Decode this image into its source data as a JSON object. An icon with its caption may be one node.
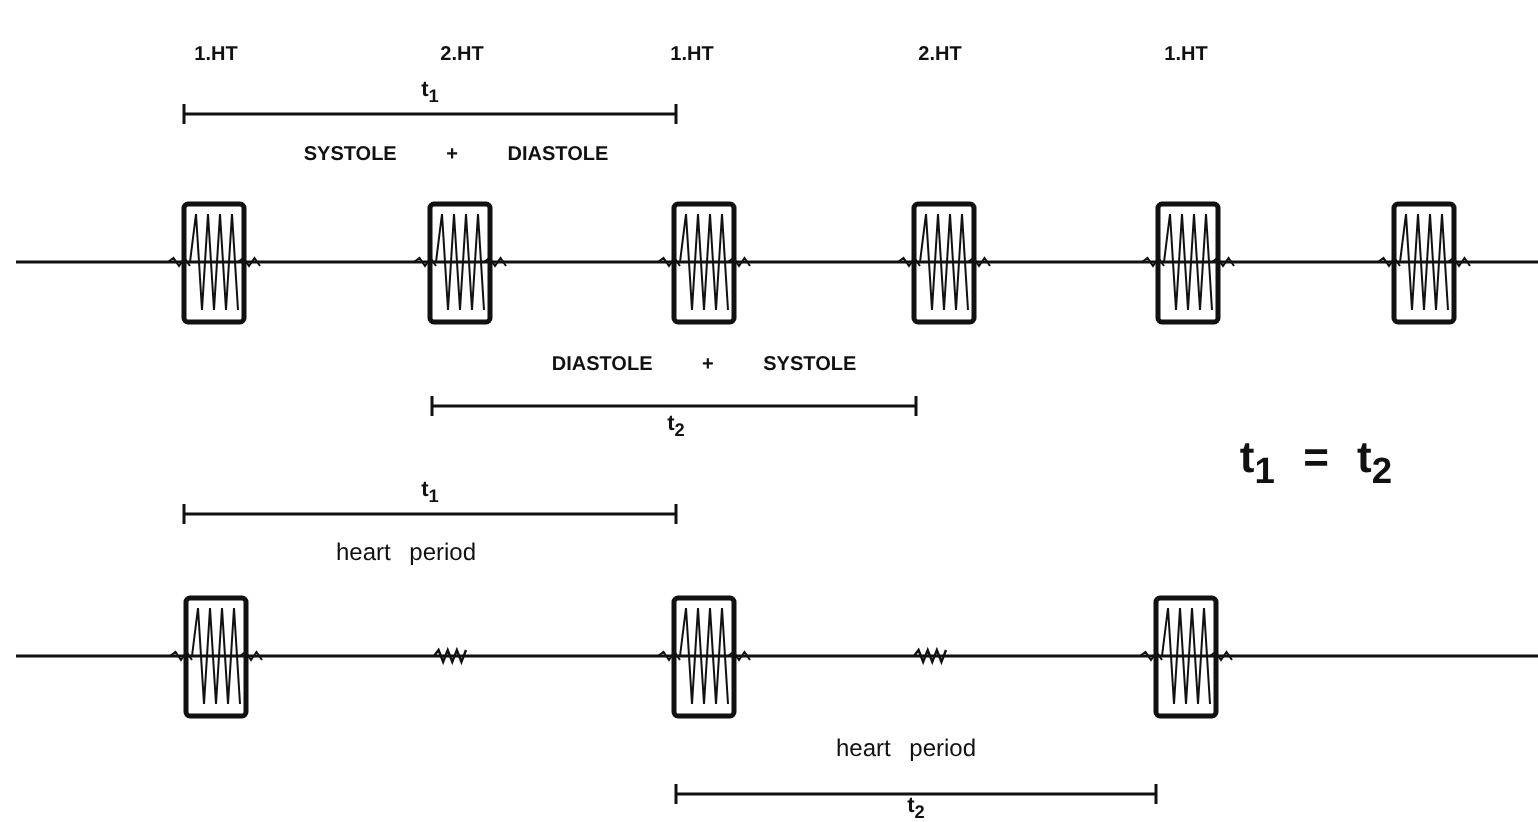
{
  "diagram": {
    "labels": [
      "1.HT",
      "2.HT",
      "1.HT",
      "2.HT",
      "1.HT",
      "t$_{1}$",
      "SYSTOLE + DIASTOLE",
      "DIASTOLE + SYSTOLE",
      "t$_{2}$",
      "t$_{1}$ = t$_{2}$",
      "t$_{1}$",
      "heart period",
      "heart period",
      "t$_{2}$"
    ]
  }
}
